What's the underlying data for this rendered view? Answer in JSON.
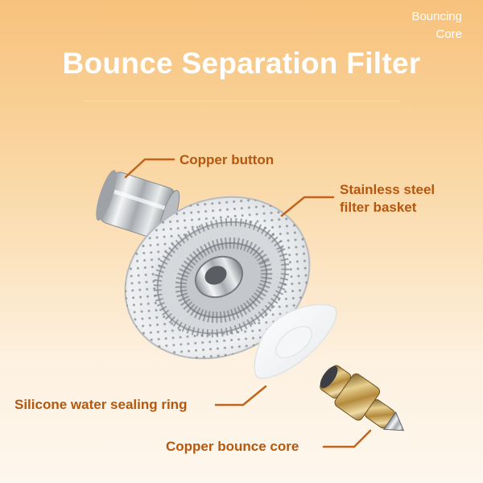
{
  "brand": {
    "line1": "Bouncing",
    "line2": "Core"
  },
  "title": "Bounce Separation Filter",
  "labels": {
    "copper_button": "Copper button",
    "filter_basket_line1": "Stainless steel",
    "filter_basket_line2": "filter basket",
    "sealing_ring": "Silicone water sealing ring",
    "bounce_core": "Copper bounce core"
  },
  "colors": {
    "label_text": "#b5580f",
    "leader_line": "#c0651b",
    "title_text": "#ffffff"
  }
}
